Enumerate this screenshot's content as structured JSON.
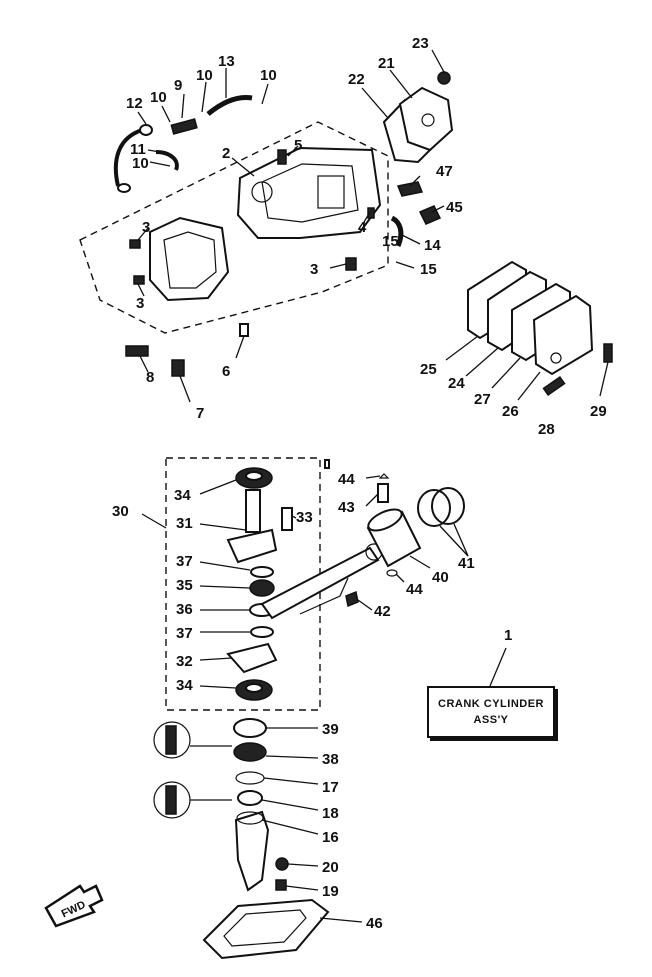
{
  "assembly": {
    "ref": "1",
    "title_line1": "CRANK CYLINDER",
    "title_line2": "ASS'Y"
  },
  "direction_badge": "FWD",
  "callouts": [
    {
      "id": "c23",
      "text": "23"
    },
    {
      "id": "c21",
      "text": "21"
    },
    {
      "id": "c22",
      "text": "22"
    },
    {
      "id": "c13",
      "text": "13"
    },
    {
      "id": "c10a",
      "text": "10"
    },
    {
      "id": "c10b",
      "text": "10"
    },
    {
      "id": "c9",
      "text": "9"
    },
    {
      "id": "c12",
      "text": "12"
    },
    {
      "id": "c10c",
      "text": "10"
    },
    {
      "id": "c11",
      "text": "11"
    },
    {
      "id": "c10d",
      "text": "10"
    },
    {
      "id": "c2",
      "text": "2"
    },
    {
      "id": "c5",
      "text": "5"
    },
    {
      "id": "c47",
      "text": "47"
    },
    {
      "id": "c45",
      "text": "45"
    },
    {
      "id": "c3a",
      "text": "3"
    },
    {
      "id": "c4",
      "text": "4"
    },
    {
      "id": "c14",
      "text": "14"
    },
    {
      "id": "c15a",
      "text": "15"
    },
    {
      "id": "c15b",
      "text": "15"
    },
    {
      "id": "c3b",
      "text": "3"
    },
    {
      "id": "c3c",
      "text": "3"
    },
    {
      "id": "c6",
      "text": "6"
    },
    {
      "id": "c8",
      "text": "8"
    },
    {
      "id": "c7",
      "text": "7"
    },
    {
      "id": "c25",
      "text": "25"
    },
    {
      "id": "c24",
      "text": "24"
    },
    {
      "id": "c27",
      "text": "27"
    },
    {
      "id": "c26",
      "text": "26"
    },
    {
      "id": "c28",
      "text": "28"
    },
    {
      "id": "c29",
      "text": "29"
    },
    {
      "id": "c30",
      "text": "30"
    },
    {
      "id": "c34a",
      "text": "34"
    },
    {
      "id": "c31",
      "text": "31"
    },
    {
      "id": "c33",
      "text": "33"
    },
    {
      "id": "c44a",
      "text": "44"
    },
    {
      "id": "c43",
      "text": "43"
    },
    {
      "id": "c41",
      "text": "41"
    },
    {
      "id": "c37a",
      "text": "37"
    },
    {
      "id": "c35",
      "text": "35"
    },
    {
      "id": "c40",
      "text": "40"
    },
    {
      "id": "c44b",
      "text": "44"
    },
    {
      "id": "c36",
      "text": "36"
    },
    {
      "id": "c42",
      "text": "42"
    },
    {
      "id": "c37b",
      "text": "37"
    },
    {
      "id": "c32",
      "text": "32"
    },
    {
      "id": "c34b",
      "text": "34"
    },
    {
      "id": "c39",
      "text": "39"
    },
    {
      "id": "c38",
      "text": "38"
    },
    {
      "id": "c17",
      "text": "17"
    },
    {
      "id": "c18",
      "text": "18"
    },
    {
      "id": "c16",
      "text": "16"
    },
    {
      "id": "c20",
      "text": "20"
    },
    {
      "id": "c19",
      "text": "19"
    },
    {
      "id": "c46",
      "text": "46"
    }
  ]
}
